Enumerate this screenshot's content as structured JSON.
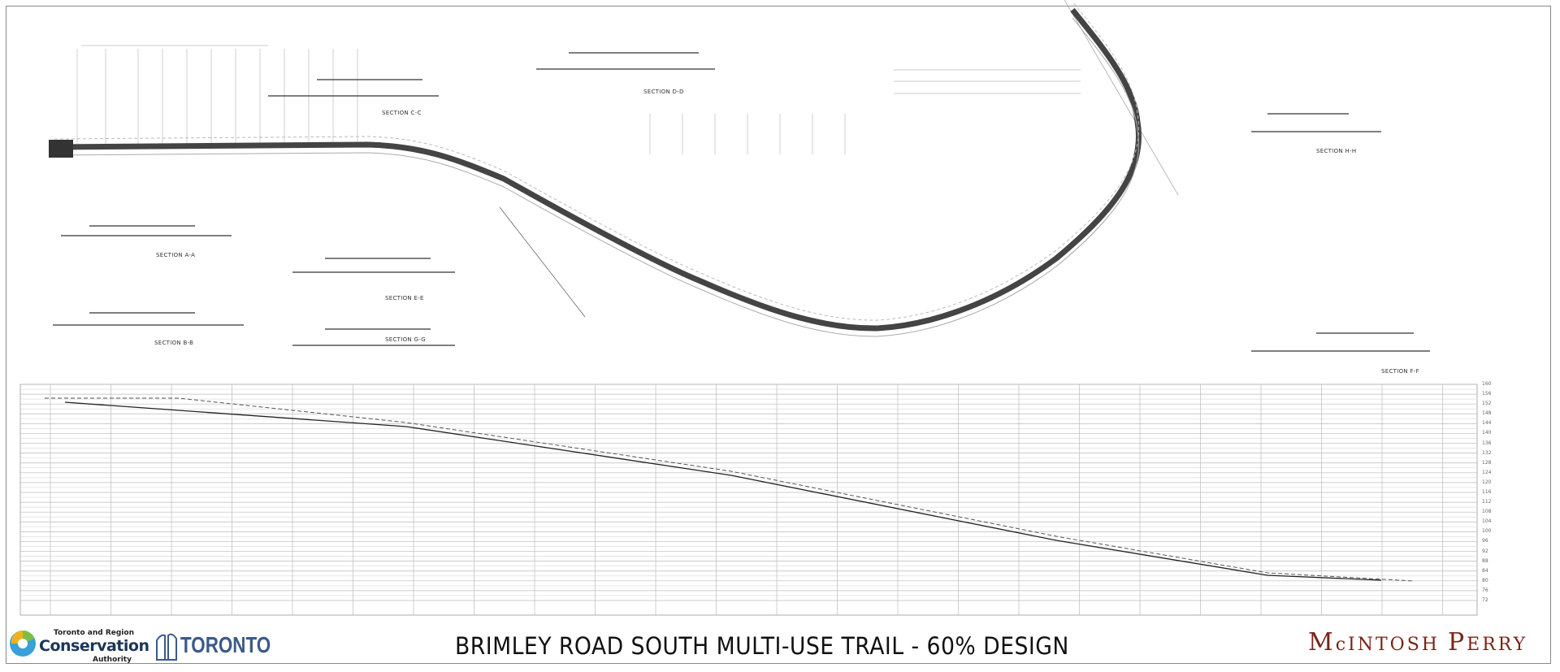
{
  "title": "BRIMLEY ROAD SOUTH MULTI-USE TRAIL - 60% DESIGN",
  "logos": {
    "trca": {
      "line1": "Toronto and Region",
      "line2": "Conservation",
      "line3": "Authority"
    },
    "toronto": "TORONTO",
    "consultant": {
      "big1": "M",
      "small": "c",
      "rest": "INTOSH ",
      "big2": "P",
      "rest2": "ERRY"
    }
  },
  "sections": {
    "a": "SECTION A-A",
    "b": "SECTION B-B",
    "c": "SECTION C-C",
    "d": "SECTION D-D",
    "e": "SECTION E-E",
    "g": "SECTION G-G",
    "h": "SECTION H-H",
    "f": "SECTION F-F"
  },
  "profile": {
    "elevations": [
      "160",
      "156",
      "152",
      "148",
      "144",
      "140",
      "136",
      "132",
      "128",
      "124",
      "120",
      "116",
      "112",
      "108",
      "104",
      "100",
      "96",
      "92",
      "88",
      "84",
      "80",
      "76",
      "72"
    ]
  },
  "colors": {
    "consultant": "#7a2418",
    "trca_text": "#1c3557",
    "toronto": "#3b5a8a"
  }
}
